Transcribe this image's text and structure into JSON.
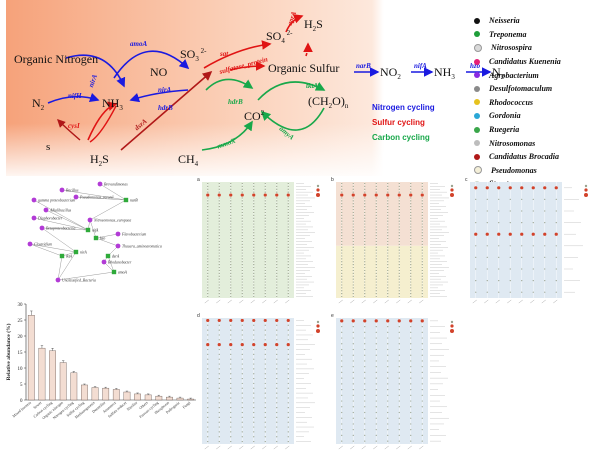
{
  "cycle": {
    "compounds": {
      "organic_nitrogen": "Organic Nitrogen",
      "organic_sulfur": "Organic Sulfur",
      "n2_left": "N",
      "n2_left_sub": "2",
      "nh3_left": "NH",
      "nh3_left_sub": "3",
      "s": "s",
      "h2s_bottom": "H",
      "h2s_bottom_sub": "2",
      "h2s_bottom_end": "S",
      "ch4": "CH",
      "ch4_sub": "4",
      "no": "NO",
      "so3": "SO",
      "so3_sub": "3",
      "so3_sup": " 2-",
      "so4": "SO",
      "so4_sub": "4",
      "so4_sup": " 2-",
      "h2s_top": "H",
      "h2s_top_sub": "2",
      "h2s_top_end": "S",
      "co2": "CO",
      "co2_sub": "2",
      "ch2o": "(CH",
      "ch2o_sub": "2",
      "ch2o_end": "O)",
      "ch2o_n": "n",
      "no2": "NO",
      "no2_sub": "2",
      "nh3_right": "NH",
      "nh3_right_sub": "3",
      "n2_right": "N",
      "n2_right_sub": "2"
    },
    "genes": {
      "amoA": "amoA",
      "nirA_left": "nirA",
      "nifH": "nifH",
      "cysI": "cysI",
      "nirA_mid": "nirA",
      "hdrB": "hdrB",
      "dsrA": "dsrA",
      "sat": "sat",
      "aprA": "aprA",
      "sulfatase": "sulfatase_protein",
      "narB": "narB",
      "nifA": "nifA",
      "hzo": "hzo",
      "tktA": "tktA",
      "amyA": "amyA",
      "mmoX": "mmoX",
      "hdrB_green": "hdrB"
    },
    "cycle_key": {
      "nitrogen": "Nitrogen cycling",
      "sulfur": "Sulfur cycling",
      "carbon": "Carbon cycling"
    },
    "colors": {
      "nitrogen": "#1a1ae0",
      "sulfur": "#e01414",
      "carbon": "#18a84a",
      "dark_red": "#b01818"
    }
  },
  "legend": [
    {
      "name": "Neisseria",
      "color": "#111111"
    },
    {
      "name": "Treponema",
      "color": "#1f9e3a"
    },
    {
      "name": "Nitrosospira",
      "color": "#d9d9d9"
    },
    {
      "name": "Candidatus Kuenenia",
      "color": "#e61e78"
    },
    {
      "name": "Agrobacterium",
      "color": "#8a2be2"
    },
    {
      "name": "Desulfotomaculum",
      "color": "#8a8a8a"
    },
    {
      "name": "Rhodococcus",
      "color": "#e6c21e"
    },
    {
      "name": "Gordonia",
      "color": "#2aa7d6"
    },
    {
      "name": "Ruegeria",
      "color": "#3aa64a"
    },
    {
      "name": "Nitrosomonas",
      "color": "#bdbdbd"
    },
    {
      "name": "Candidatus Brocadia",
      "color": "#b01818"
    },
    {
      "name": "Pseudomonas",
      "color": "#f4efd8"
    },
    {
      "name": "Streptomyces",
      "color": "#cfd9cf"
    }
  ],
  "network_labels": {
    "top": "Brevundimonas",
    "b1": "Bacillus",
    "b2": "Pseudomonas_veronii",
    "b3": "gamma proteobacterium",
    "b4": "Alkalibacillus",
    "b5": "Diaphorobacter",
    "b6": "Betaproteobacteria",
    "b7": "Nitrosomonas_europaea",
    "b8": "Clostridium",
    "b9": "Thauera_aminoaromatica",
    "b10": "Unclassified_Bacteria",
    "b11": "Rhodanobacter",
    "b12": "Flavobacterium",
    "g1": "narB",
    "g2": "nifA",
    "g3": "hzo",
    "g4": "nirA",
    "g5": "dsrA",
    "g6": "tktA",
    "g7": "amoA"
  },
  "chart_data": {
    "type": "bar",
    "ylabel": "Relative abundance (%)",
    "ylim": [
      0,
      30
    ],
    "yticks": [
      "0",
      "5",
      "10",
      "15",
      "20",
      "25",
      "30"
    ],
    "categories": [
      "Mixed bacteria",
      "Sewer",
      "Carbon cycling",
      "Organic nitrogen",
      "Nitrogen cycling",
      "Sulfur cycling",
      "Methanogenesis",
      "Denitrifier",
      "Anammox",
      "Sulfate reducer",
      "Nitrifier",
      "Others",
      "Ferrous cycling",
      "Phosphorus",
      "Pathogenic",
      "Fungi"
    ],
    "values": [
      26.5,
      16.2,
      15.4,
      11.7,
      8.5,
      4.7,
      3.9,
      3.7,
      3.3,
      2.5,
      1.9,
      1.6,
      1.2,
      0.9,
      0.6,
      0.3
    ]
  },
  "heatmap_panels": [
    {
      "letter": "a"
    },
    {
      "letter": "b"
    },
    {
      "letter": "c"
    },
    {
      "letter": "d"
    },
    {
      "letter": "e"
    }
  ]
}
